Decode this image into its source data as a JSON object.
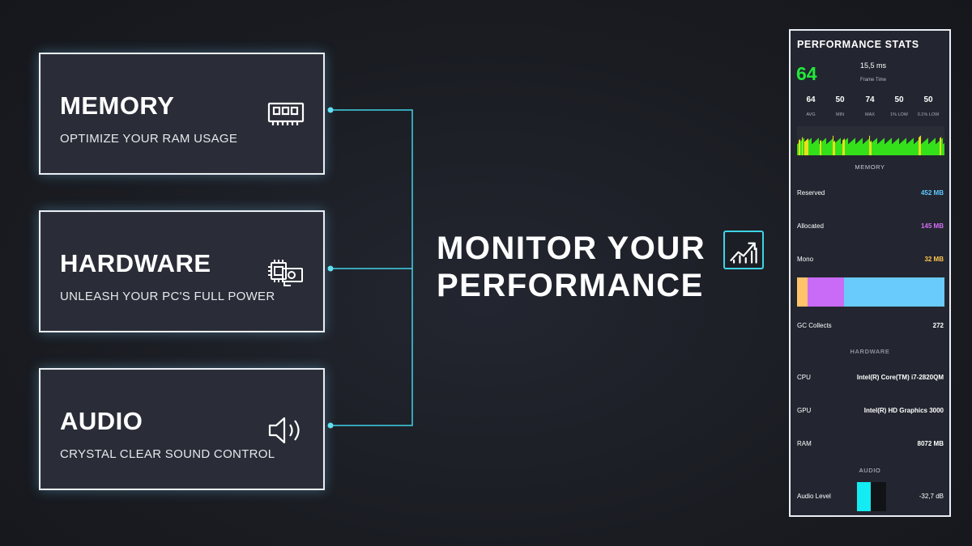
{
  "cards": [
    {
      "title": "MEMORY",
      "subtitle": "OPTIMIZE YOUR RAM USAGE",
      "icon": "ram-module-icon"
    },
    {
      "title": "HARDWARE",
      "subtitle": "UNLEASH YOUR PC'S FULL POWER",
      "icon": "hardware-chip-icon"
    },
    {
      "title": "AUDIO",
      "subtitle": "CRYSTAL CLEAR SOUND CONTROL",
      "icon": "speaker-icon"
    }
  ],
  "headline": {
    "line1": "MONITOR YOUR",
    "line2": "PERFORMANCE",
    "icon": "chart-trend-icon"
  },
  "panel": {
    "title": "PERFORMANCE STATS",
    "fps": "64",
    "frame_time": "15,5 ms",
    "frame_time_label": "Frame Time",
    "stats": [
      {
        "value": "64",
        "label": "AVG"
      },
      {
        "value": "50",
        "label": "MIN"
      },
      {
        "value": "74",
        "label": "MAX"
      },
      {
        "value": "50",
        "label": "1% LOW"
      },
      {
        "value": "50",
        "label": "0.1% LOW"
      }
    ],
    "memory_heading": "MEMORY",
    "memory": [
      {
        "label": "Reserved",
        "value": "452 MB",
        "color": "#5ec9ff"
      },
      {
        "label": "Allocated",
        "value": "145 MB",
        "color": "#d56ef5"
      },
      {
        "label": "Mono",
        "value": "32 MB",
        "color": "#ffc64f"
      }
    ],
    "memory_bar": [
      {
        "name": "mono",
        "fraction": 0.07,
        "color": "#ffc46a"
      },
      {
        "name": "allocated",
        "fraction": 0.25,
        "color": "#c96bf7"
      },
      {
        "name": "reserved",
        "fraction": 0.68,
        "color": "#69cbfc"
      }
    ],
    "gc_label": "GC Collects",
    "gc_value": "272",
    "hardware_heading": "HARDWARE",
    "hardware": [
      {
        "label": "CPU",
        "value": "Intel(R) Core(TM) i7-2820QM"
      },
      {
        "label": "GPU",
        "value": "Intel(R) HD Graphics 3000"
      },
      {
        "label": "RAM",
        "value": "8072 MB"
      }
    ],
    "audio_heading": "AUDIO",
    "audio_label": "Audio Level",
    "audio_value": "-32,7 dB",
    "audio_level_fraction": 0.47
  },
  "colors": {
    "accent": "#3fd3e6",
    "fps_green": "#22e83a",
    "graph_green": "#33e01a",
    "graph_yellow": "#e9e01b"
  }
}
